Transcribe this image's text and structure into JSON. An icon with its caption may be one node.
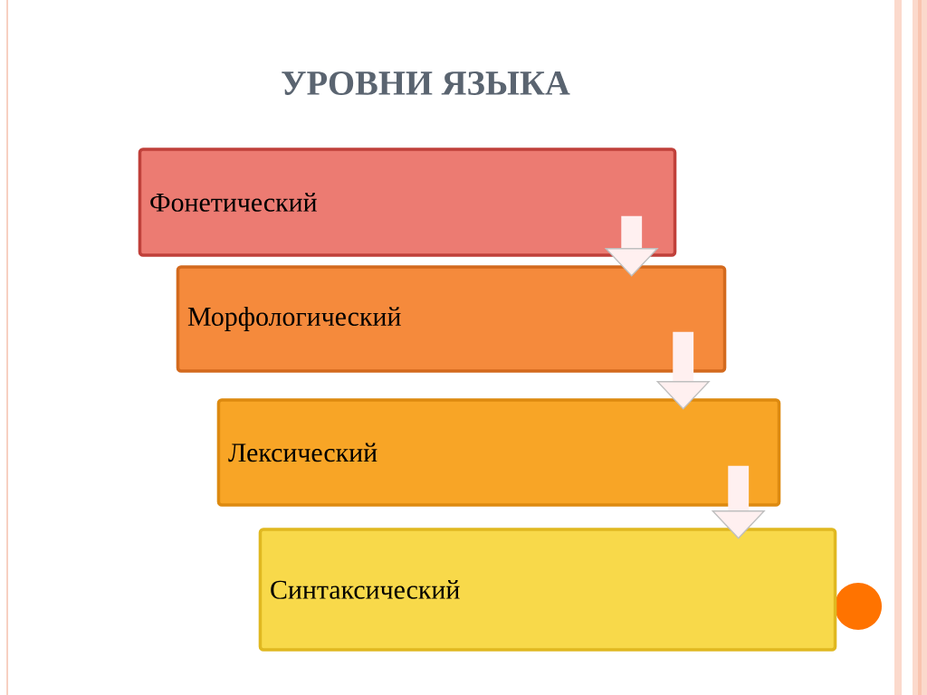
{
  "diagram": {
    "title": "УРОВНИ ЯЗЫКА",
    "nodes": [
      {
        "text": [
          "Фонетический"
        ]
      },
      {
        "text": [
          "Морфологический"
        ]
      },
      {
        "text": [
          "Лексический"
        ]
      },
      {
        "text": [
          "Синтаксический"
        ]
      }
    ],
    "edges": [
      {
        "from": 0,
        "to": 1,
        "arrow": "to"
      },
      {
        "from": 1,
        "to": 2,
        "arrow": "to"
      },
      {
        "from": 2,
        "to": 3,
        "arrow": "to"
      }
    ]
  }
}
